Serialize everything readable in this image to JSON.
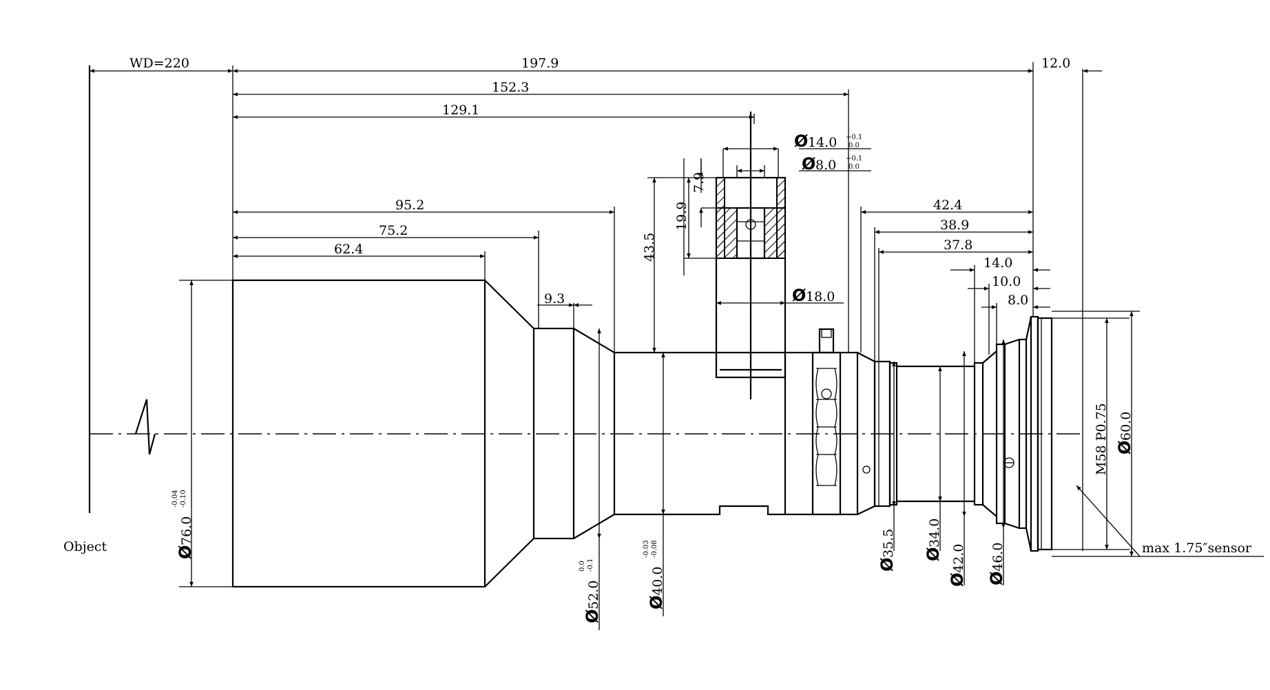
{
  "drawing": {
    "object_label": "Object",
    "wd_label": "WD=220",
    "sensor_label": "max 1.75″sensor",
    "thread_label": "M58 P0.75"
  },
  "dims": {
    "d197_9": "197.9",
    "d12_0": "12.0",
    "d152_3": "152.3",
    "d129_1": "129.1",
    "d95_2": "95.2",
    "d75_2": "75.2",
    "d62_4": "62.4",
    "d9_3": "9.3",
    "d43_5": "43.5",
    "d19_9": "19.9",
    "d7_9": "7.9",
    "d42_4": "42.4",
    "d38_9": "38.9",
    "d37_8": "37.8",
    "d14_0": "14.0",
    "d10_0": "10.0",
    "d8_0": "8.0"
  },
  "diameters": {
    "phi": "Ø",
    "d14": "14.0",
    "d14_tol_up": "+0.1",
    "d14_tol_lo": "0.0",
    "d8": "8.0",
    "d8_tol_up": "+0.1",
    "d8_tol_lo": "0.0",
    "d18": "18.0",
    "d76": "76.0",
    "d76_tol_up": "-0.04",
    "d76_tol_lo": "-0.10",
    "d52": "52.0",
    "d52_tol_up": "0.0",
    "d52_tol_lo": "-0.1",
    "d40": "40.0",
    "d40_tol_up": "-0.03",
    "d40_tol_lo": "-0.08",
    "d35_5": "35.5",
    "d34": "34.0",
    "d42": "42.0",
    "d46": "46.0",
    "d60": "60.0"
  },
  "colors": {
    "line": "#000000",
    "background": "#ffffff"
  }
}
